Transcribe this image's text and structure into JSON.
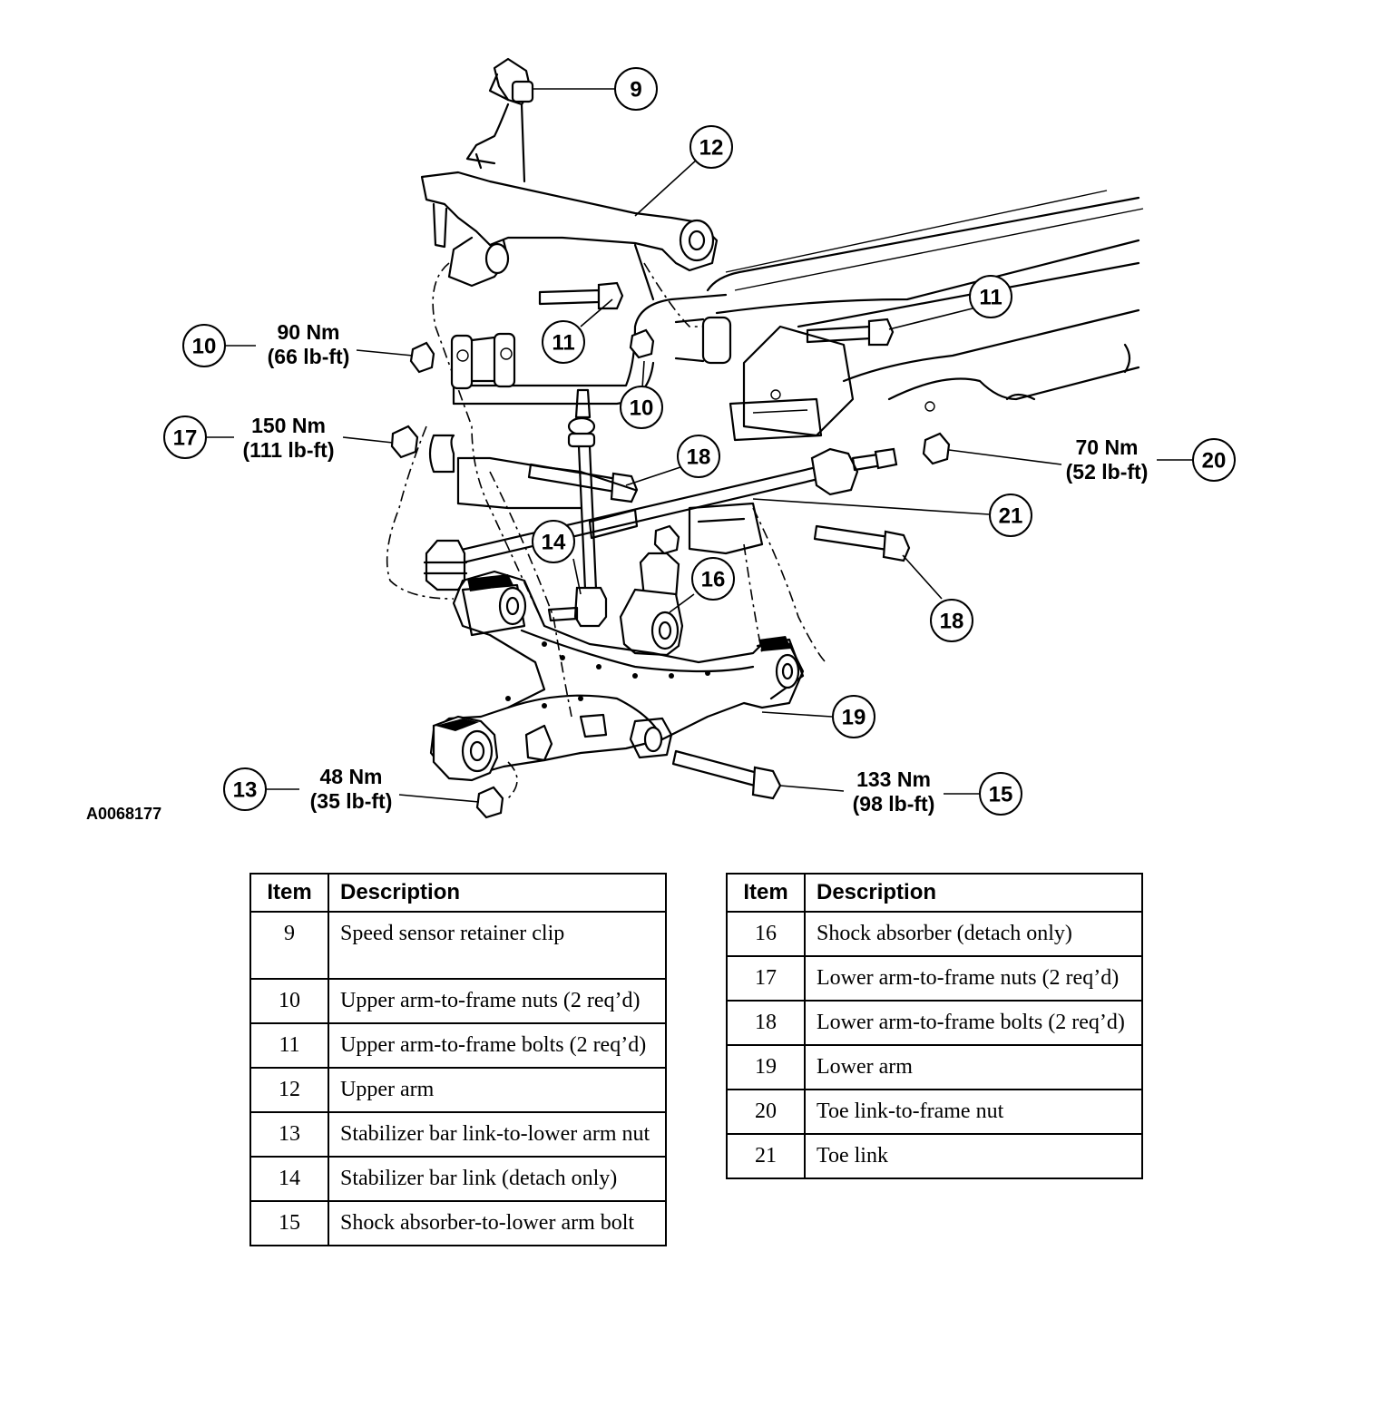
{
  "figure_id": "A0068177",
  "callouts": {
    "c9": "9",
    "c12": "12",
    "c11a": "11",
    "c11b": "11",
    "c10a": "10",
    "c10b": "10",
    "c17": "17",
    "c18a": "18",
    "c18b": "18",
    "c20": "20",
    "c21": "21",
    "c14": "14",
    "c16": "16",
    "c19": "19",
    "c13": "13",
    "c15": "15"
  },
  "torques": {
    "t10_nm": "90 Nm",
    "t10_lbft": "(66 lb-ft)",
    "t17_nm": "150 Nm",
    "t17_lbft": "(111 lb-ft)",
    "t20_nm": "70 Nm",
    "t20_lbft": "(52 lb-ft)",
    "t13_nm": "48 Nm",
    "t13_lbft": "(35 lb-ft)",
    "t15_nm": "133 Nm",
    "t15_lbft": "(98 lb-ft)"
  },
  "legend_left": {
    "header_item": "Item",
    "header_desc": "Description",
    "rows": [
      {
        "item": "9",
        "desc": "Speed sensor retainer clip"
      },
      {
        "item": "10",
        "desc": "Upper arm-to-frame nuts (2 req’d)"
      },
      {
        "item": "11",
        "desc": "Upper arm-to-frame bolts (2 req’d)"
      },
      {
        "item": "12",
        "desc": "Upper arm"
      },
      {
        "item": "13",
        "desc": "Stabilizer bar link-to-lower arm nut"
      },
      {
        "item": "14",
        "desc": "Stabilizer bar link (detach only)"
      },
      {
        "item": "15",
        "desc": "Shock absorber-to-lower arm bolt"
      }
    ]
  },
  "legend_right": {
    "header_item": "Item",
    "header_desc": "Description",
    "rows": [
      {
        "item": "16",
        "desc": "Shock absorber (detach only)"
      },
      {
        "item": "17",
        "desc": "Lower arm-to-frame nuts (2 req’d)"
      },
      {
        "item": "18",
        "desc": "Lower arm-to-frame bolts (2 req’d)"
      },
      {
        "item": "19",
        "desc": "Lower arm"
      },
      {
        "item": "20",
        "desc": "Toe link-to-frame nut"
      },
      {
        "item": "21",
        "desc": "Toe link"
      }
    ]
  }
}
